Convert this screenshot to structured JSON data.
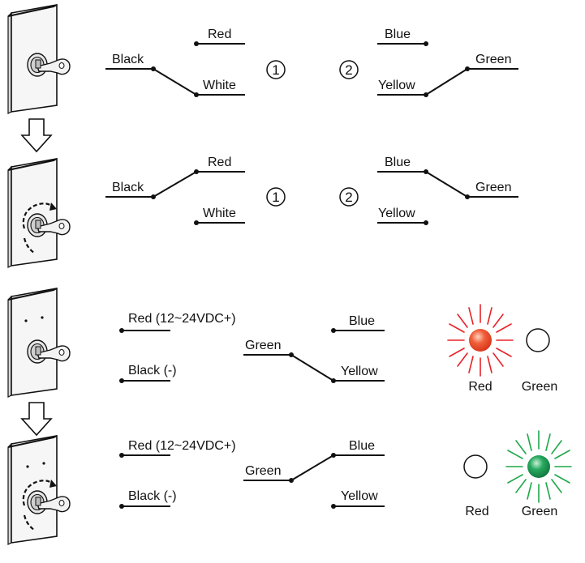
{
  "diagram": {
    "panel1": {
      "left_switch": {
        "common": "Black",
        "top": "Red",
        "bottom": "White",
        "number": "1"
      },
      "right_switch": {
        "common": "Green",
        "top": "Blue",
        "bottom": "Yellow",
        "number": "2"
      }
    },
    "panel2": {
      "left_switch": {
        "common": "Black",
        "top": "Red",
        "bottom": "White",
        "number": "1"
      },
      "right_switch": {
        "common": "Green",
        "top": "Blue",
        "bottom": "Yellow",
        "number": "2"
      }
    },
    "panel3": {
      "power_pos": "Red (12~24VDC+)",
      "power_neg": "Black (-)",
      "common": "Green",
      "out_top": "Blue",
      "out_bottom": "Yellow",
      "led_left_label": "Red",
      "led_right_label": "Green",
      "lit": "red"
    },
    "panel4": {
      "power_pos": "Red (12~24VDC+)",
      "power_neg": "Black (-)",
      "common": "Green",
      "out_top": "Blue",
      "out_bottom": "Yellow",
      "led_left_label": "Red",
      "led_right_label": "Green",
      "lit": "green"
    }
  },
  "colors": {
    "led_red": "#f0603a",
    "led_red_rays": "#e8232a",
    "led_green": "#27a860",
    "led_green_rays": "#1fa84b",
    "line": "#111111"
  },
  "icons": [
    "key-switch-plate-icon",
    "rotate-arrow-icon",
    "down-arrow-icon",
    "led-indicator-icon"
  ]
}
